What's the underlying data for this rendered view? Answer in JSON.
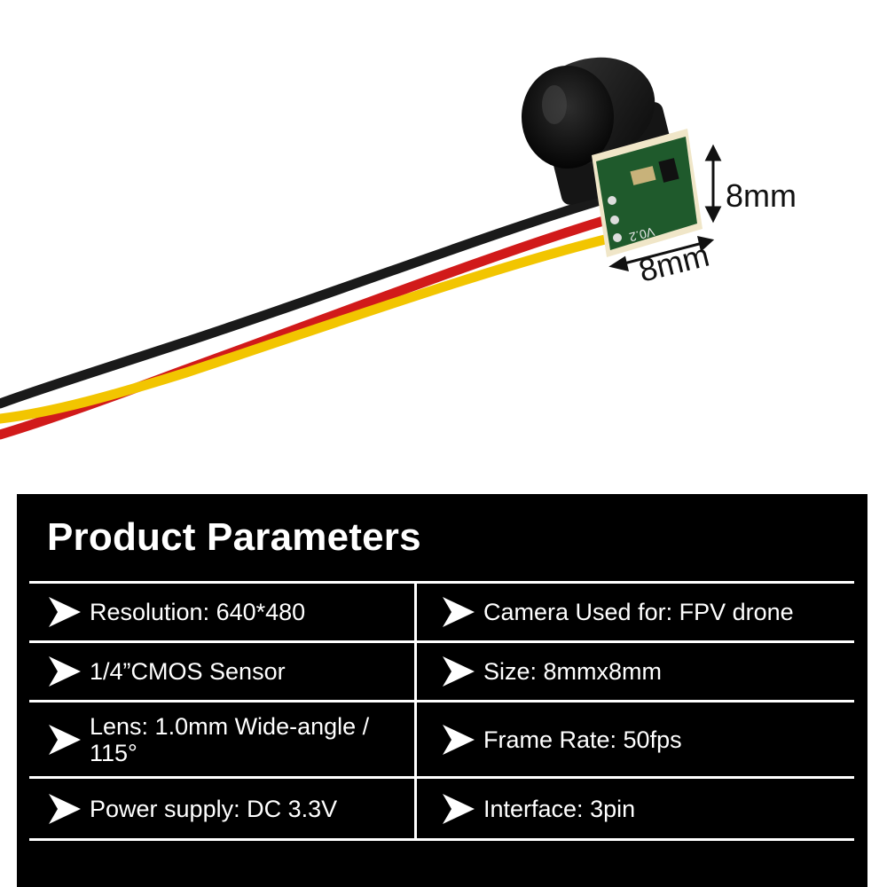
{
  "dimensions": {
    "height_label": "8mm",
    "width_label": "8mm"
  },
  "product": {
    "title": "Product Parameters",
    "parameters": [
      {
        "text": "Resolution: 640*480"
      },
      {
        "text": "Camera Used for: FPV drone"
      },
      {
        "text": "1/4”CMOS Sensor"
      },
      {
        "text": "Size: 8mmx8mm"
      },
      {
        "text": "Lens: 1.0mm Wide-angle / 115°"
      },
      {
        "text": "Frame Rate: 50fps"
      },
      {
        "text": "Power supply: DC 3.3V"
      },
      {
        "text": "Interface: 3pin"
      }
    ],
    "bullet_icon": "arrow-right-icon"
  },
  "pcb": {
    "silkscreen": "V0.2"
  },
  "colors": {
    "panel": "#000000",
    "text": "#ffffff",
    "wire_black": "#1a1a1a",
    "wire_red": "#d11a1a",
    "wire_yellow": "#f2c500",
    "pcb_green": "#1f5a2c"
  }
}
